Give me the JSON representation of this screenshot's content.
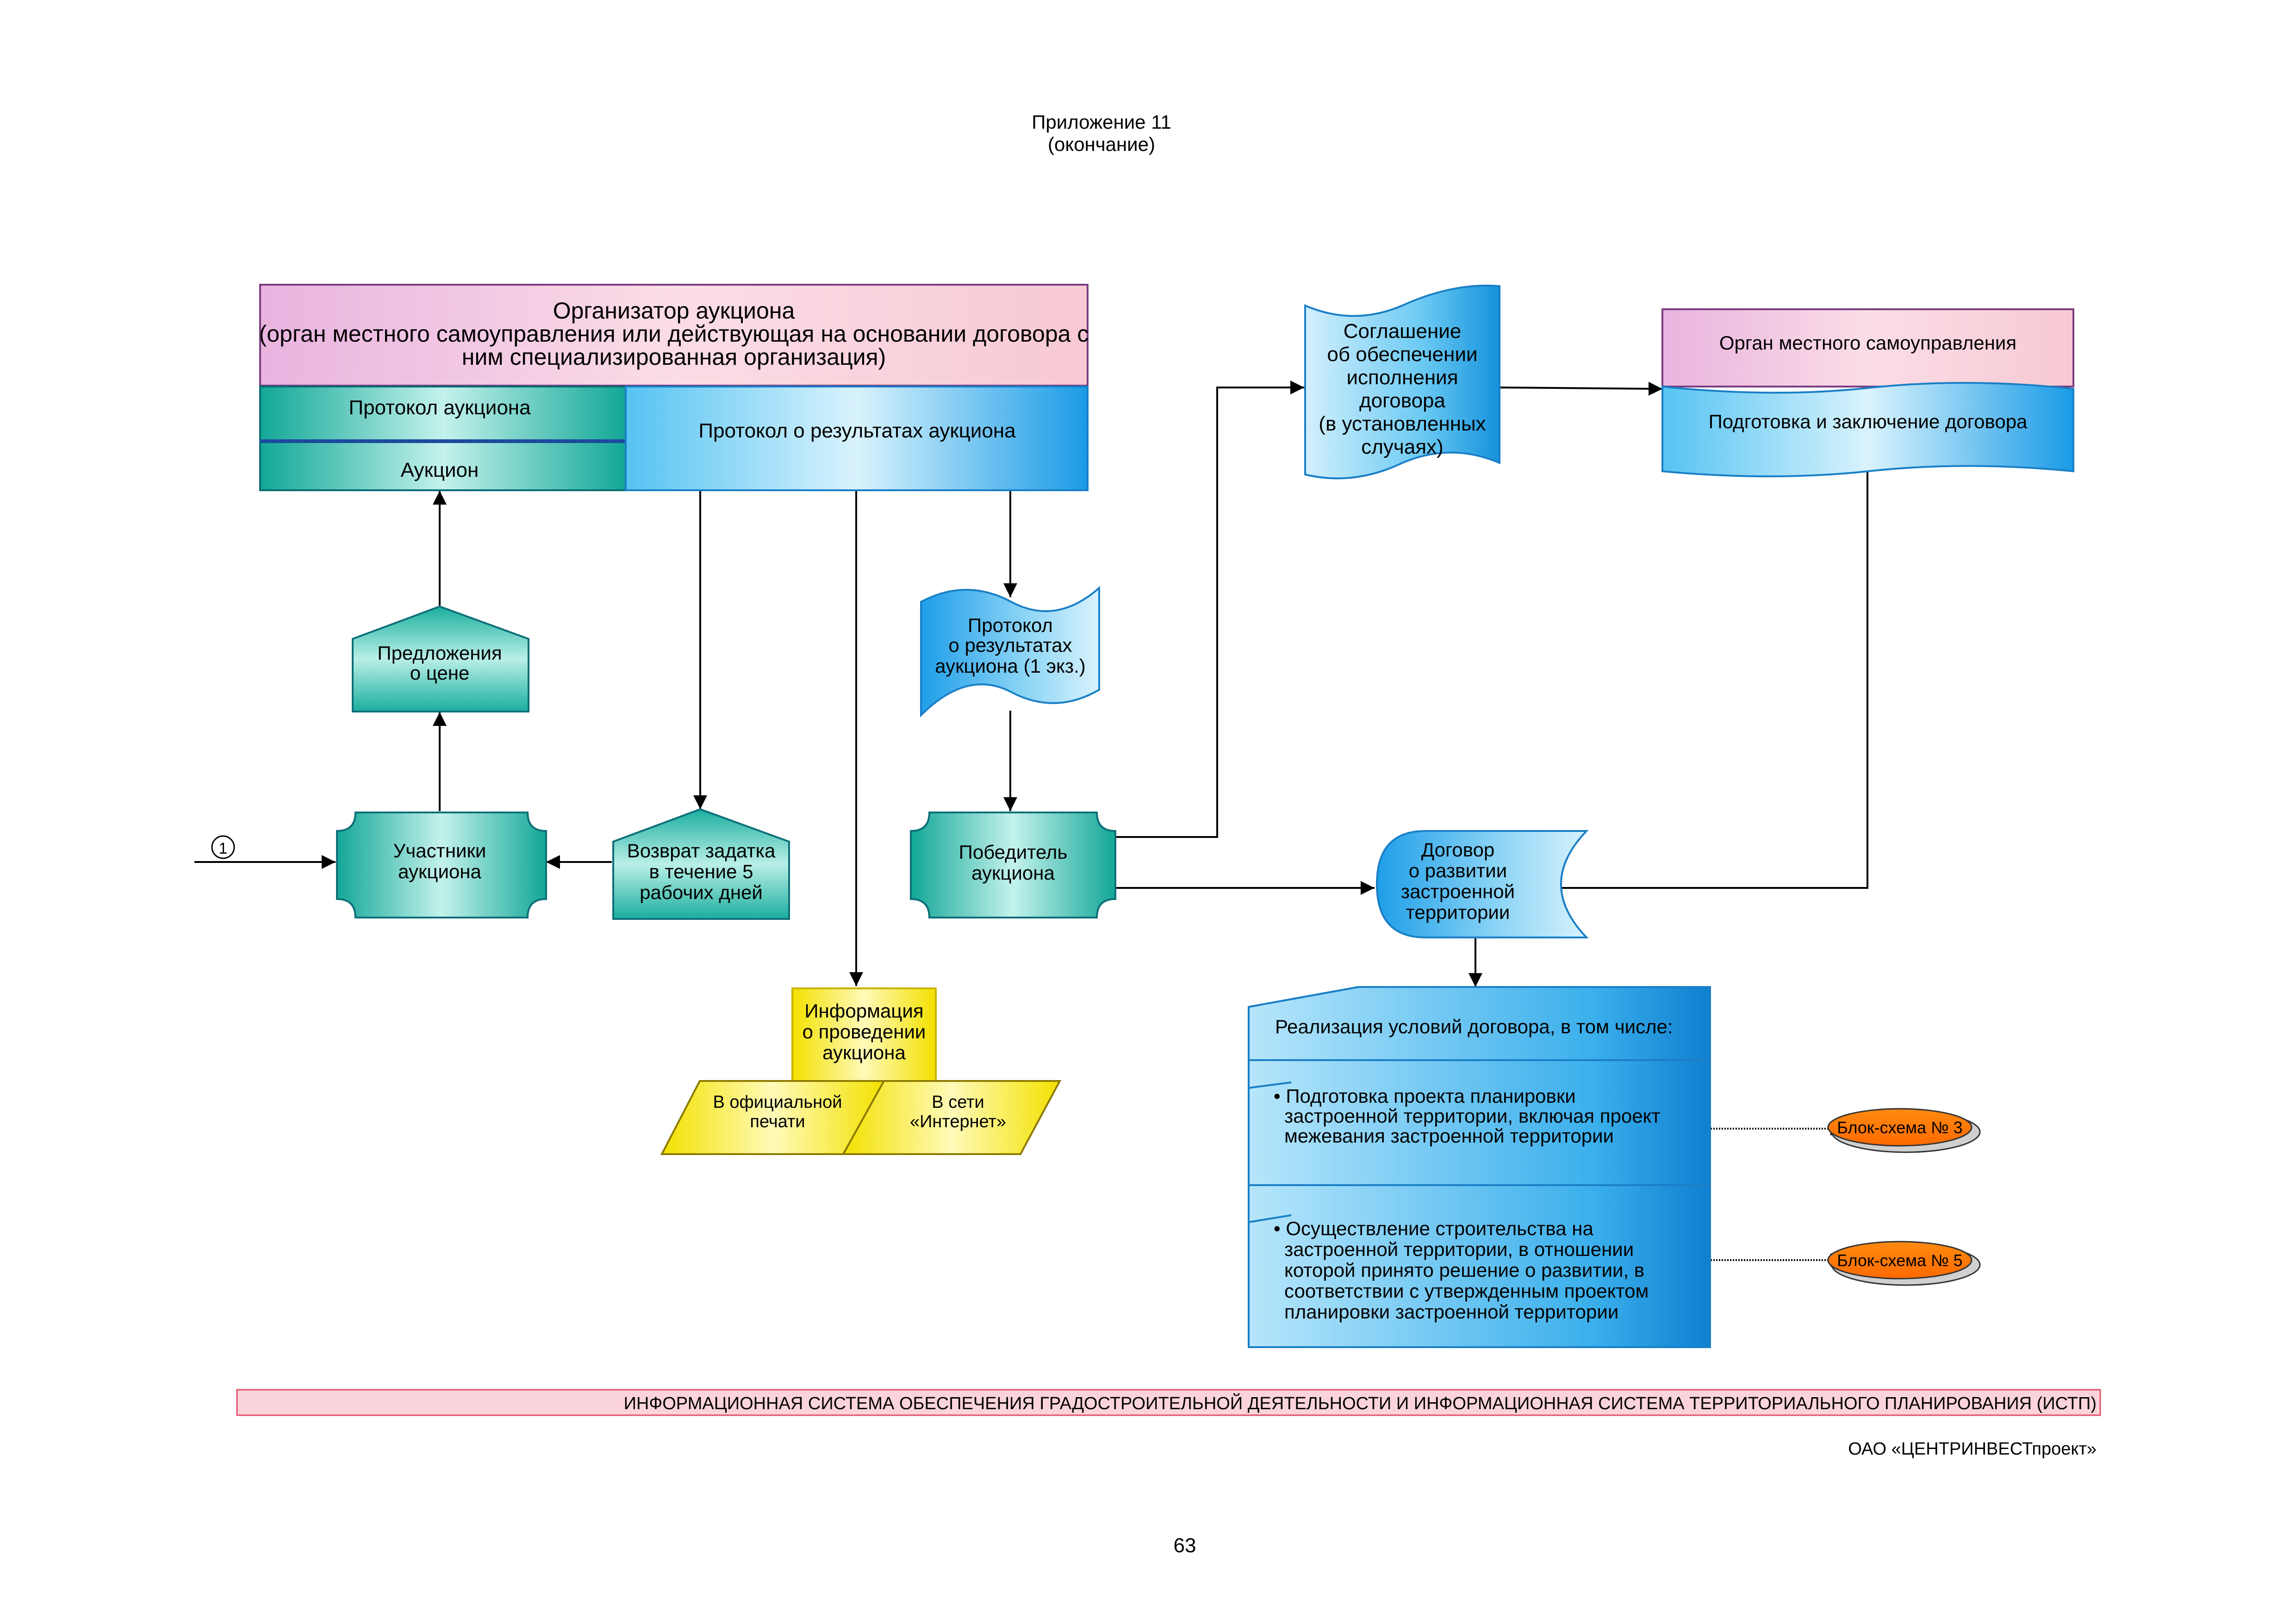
{
  "header": {
    "line1": "Приложение  11",
    "line2": "(окончание)"
  },
  "organizer": {
    "title": "Организатор аукциона",
    "line2": "(орган местного самоуправления или действующая на основании договора с",
    "line3": "ним специализированная организация)"
  },
  "protocol_auction": "Протокол  аукциона",
  "auction": "Аукцион",
  "protocol_results": "Протокол о результатах аукциона",
  "price_offers": [
    "Предложения",
    "о цене"
  ],
  "participants": [
    "Участники",
    "аукциона"
  ],
  "deposit_return": [
    "Возврат задатка",
    "в течение 5",
    "рабочих дней"
  ],
  "connector_label": "1",
  "protocol_copy": [
    "Протокол",
    "о результатах",
    "аукциона (1 экз.)"
  ],
  "winner": [
    "Победитель",
    "аукциона"
  ],
  "info": [
    "Информация",
    "о проведении",
    "аукциона"
  ],
  "official_press": [
    "В официальной",
    "печати"
  ],
  "internet": [
    "В сети",
    "«Интернет»"
  ],
  "agreement": [
    "Соглашение",
    "об обеспечении",
    "исполнения",
    "договора",
    "(в установленных",
    "случаях)"
  ],
  "local_gov": "Орган местного самоуправления",
  "contract_prep": "Подготовка и заключение договора",
  "development_contract": [
    "Договор",
    "о развитии",
    "застроенной",
    "территории"
  ],
  "realization": {
    "title": "Реализация условий договора, в том числе:",
    "item1": [
      "•  Подготовка проекта планировки",
      "застроенной территории, включая проект",
      "межевания застроенной территории"
    ],
    "item2": [
      "•   Осуществление строительства на",
      "застроенной территории, в отношении",
      "которой принято решение о развитии, в",
      "соответствии с утвержденным проектом",
      "планировки застроенной территории"
    ]
  },
  "block3": "Блок-схема   №  3",
  "block5": "Блок-схема   №  5",
  "footer_band": "ИНФОРМАЦИОННАЯ  СИСТЕМА  ОБЕСПЕЧЕНИЯ  ГРАДОСТРОИТЕЛЬНОЙ  ДЕЯТЕЛЬНОСТИ  И  ИНФОРМАЦИОННАЯ  СИСТЕМА  ТЕРРИТОРИАЛЬНОГО ПЛАНИРОВАНИЯ  (ИСТП)",
  "company": "ОАО «ЦЕНТРИНВЕСТпроект»",
  "page_number": "63",
  "colors": {
    "pink": "#f4c6dc",
    "pink_border": "#8a3a7a",
    "teal_dark": "#15a99a",
    "teal_light": "#bff0ea",
    "blue_dark": "#1a9ee8",
    "blue_light": "#d4f0fc",
    "yellow": "#ffef20",
    "yellow_light": "#fffbb0",
    "orange": "#ff7a00",
    "band": "#fbd3da",
    "band_border": "#e0506a"
  }
}
